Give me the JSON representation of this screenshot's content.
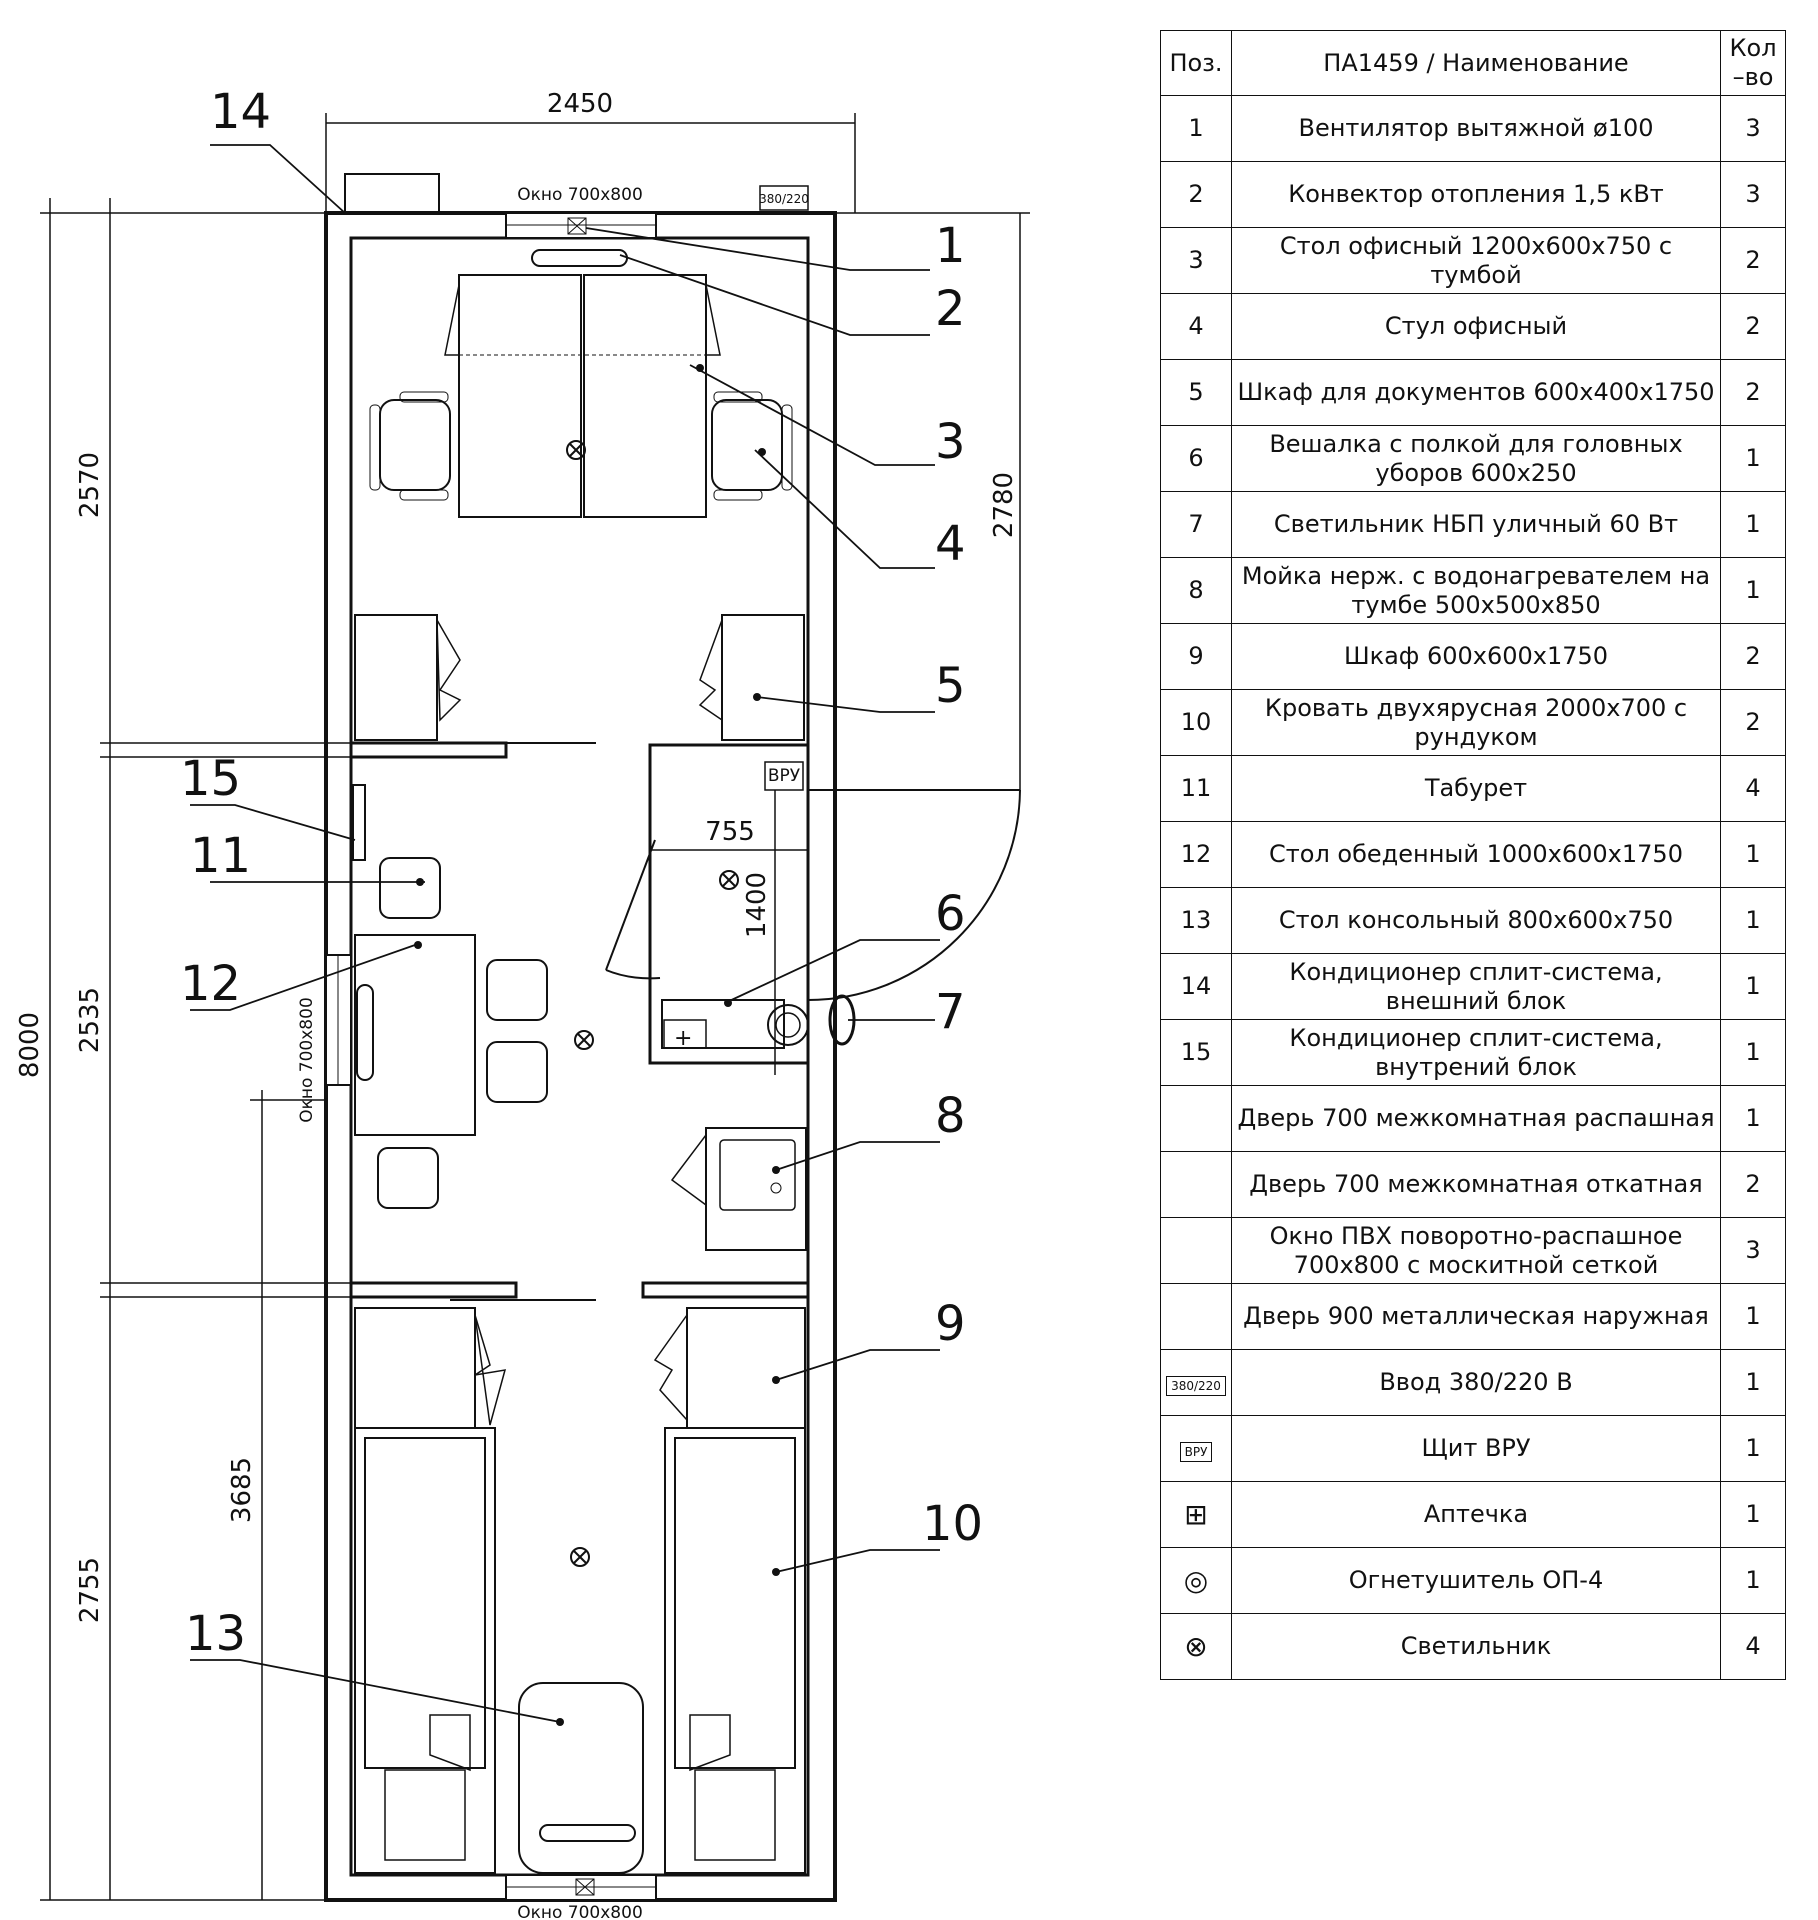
{
  "plan": {
    "dims": {
      "width": "2450",
      "total": "8000",
      "seg_top": "2570",
      "seg_mid": "2535",
      "seg_bot": "2755",
      "bot_room": "3685",
      "door_radius": "2780",
      "vru_w": "755",
      "vru_h": "1400"
    },
    "windows": {
      "top": "Окно 700х800",
      "left": "Окно 700х800",
      "bottom": "Окно 700х800"
    },
    "boxes": {
      "power": "380/220",
      "vru": "ВРУ"
    },
    "callouts": [
      "1",
      "2",
      "3",
      "4",
      "5",
      "6",
      "7",
      "8",
      "9",
      "10",
      "11",
      "12",
      "13",
      "14",
      "15"
    ]
  },
  "table": {
    "headers": [
      "Поз.",
      "ПА1459 / Наименование",
      "Кол –во"
    ],
    "rows": [
      {
        "pos": "1",
        "name": "Вентилятор вытяжной ø100",
        "qty": "3"
      },
      {
        "pos": "2",
        "name": "Конвектор отопления 1,5 кВт",
        "qty": "3"
      },
      {
        "pos": "3",
        "name": "Стол офисный 1200х600х750 с тумбой",
        "qty": "2"
      },
      {
        "pos": "4",
        "name": "Стул офисный",
        "qty": "2"
      },
      {
        "pos": "5",
        "name": "Шкаф для документов 600х400х1750",
        "qty": "2"
      },
      {
        "pos": "6",
        "name": "Вешалка с полкой для головных уборов 600х250",
        "qty": "1"
      },
      {
        "pos": "7",
        "name": "Светильник НБП уличный 60 Вт",
        "qty": "1"
      },
      {
        "pos": "8",
        "name": "Мойка нерж. с водонагревателем на тумбе 500х500х850",
        "qty": "1"
      },
      {
        "pos": "9",
        "name": "Шкаф  600х600х1750",
        "qty": "2"
      },
      {
        "pos": "10",
        "name": "Кровать двухярусная 2000х700 с рундуком",
        "qty": "2"
      },
      {
        "pos": "11",
        "name": "Табурет",
        "qty": "4"
      },
      {
        "pos": "12",
        "name": "Стол обеденный 1000х600х1750",
        "qty": "1"
      },
      {
        "pos": "13",
        "name": "Стол консольный 800х600х750",
        "qty": "1"
      },
      {
        "pos": "14",
        "name": "Кондиционер сплит-система, внешний блок",
        "qty": "1"
      },
      {
        "pos": "15",
        "name": "Кондиционер сплит-система, внутрений блок",
        "qty": "1"
      },
      {
        "pos": "",
        "name": "Дверь 700 межкомнатная распашная",
        "qty": "1"
      },
      {
        "pos": "",
        "name": "Дверь 700 межкомнатная откатная",
        "qty": "2"
      },
      {
        "pos": "",
        "name": "Окно ПВХ поворотно-распашное 700х800 с москитной сеткой",
        "qty": "3"
      },
      {
        "pos": "",
        "name": "Дверь 900 металлическая наружная",
        "qty": "1"
      },
      {
        "pos": "380/220",
        "name": "Ввод 380/220 В",
        "qty": "1"
      },
      {
        "pos": "ВРУ",
        "name": "Щит ВРУ",
        "qty": "1"
      },
      {
        "pos": "",
        "name": "Аптечка",
        "qty": "1",
        "icon": "first-aid-icon"
      },
      {
        "pos": "",
        "name": "Огнетушитель ОП-4",
        "qty": "1",
        "icon": "extinguisher-icon"
      },
      {
        "pos": "",
        "name": "Светильник",
        "qty": "4",
        "icon": "lamp-icon"
      }
    ]
  }
}
